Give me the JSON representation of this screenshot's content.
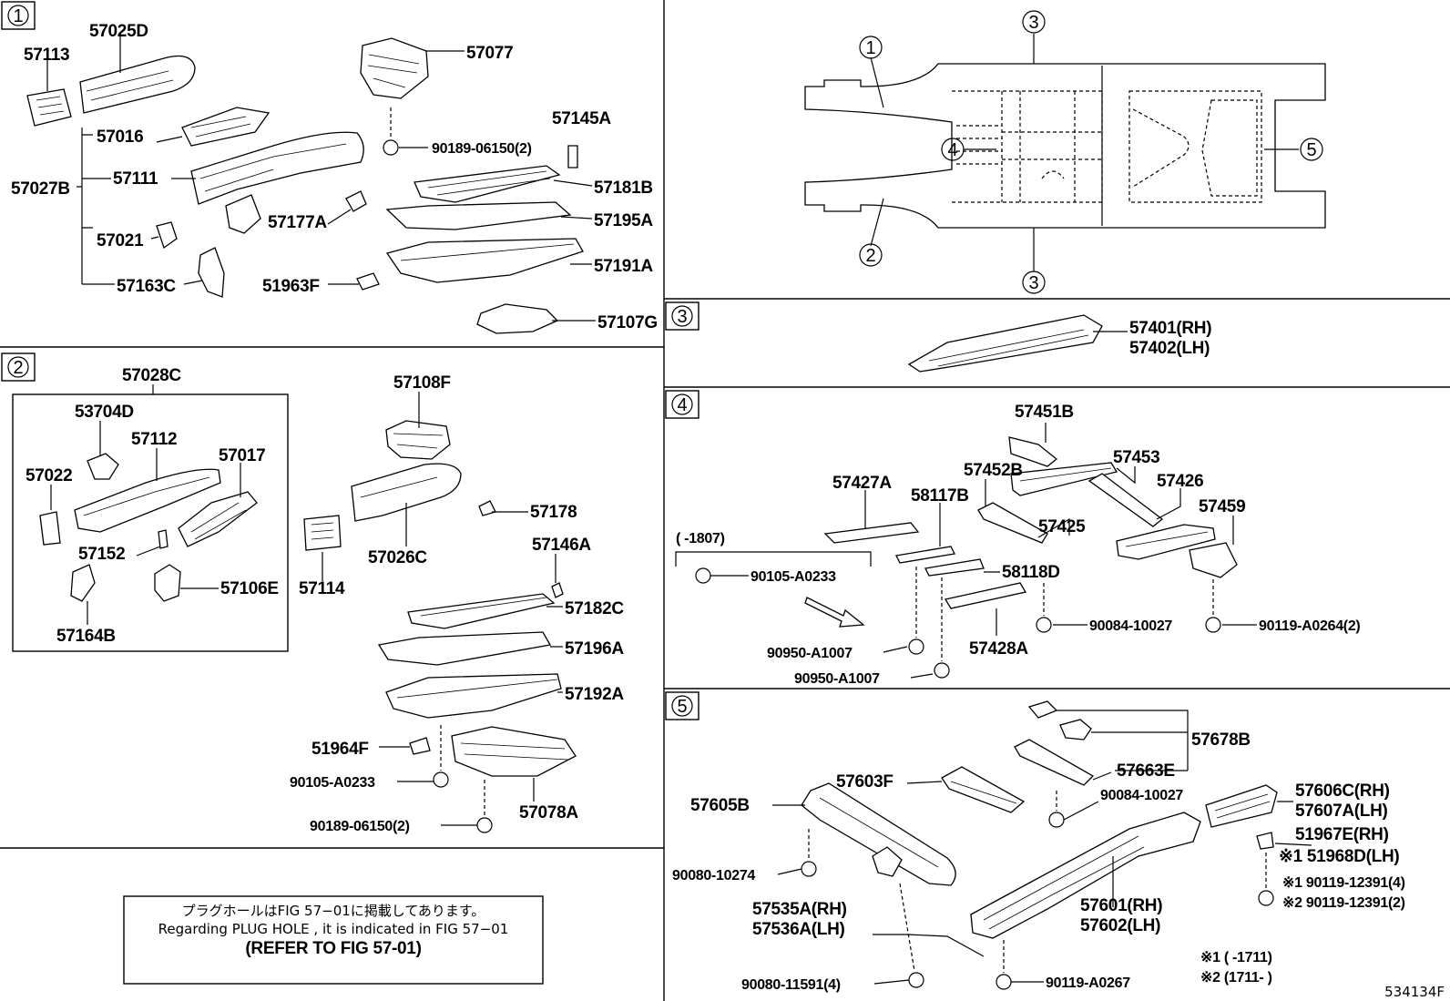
{
  "sections": [
    {
      "number": "1",
      "labels": [
        "57113",
        "57025D",
        "57077",
        "57016",
        "57145A",
        "90189-06150(2)",
        "57027B",
        "57111",
        "57181B",
        "57177A",
        "57195A",
        "57021",
        "57163C",
        "51963F",
        "57191A",
        "57107G"
      ]
    },
    {
      "number": "2",
      "labels": [
        "57028C",
        "57108F",
        "53704D",
        "57112",
        "57017",
        "57022",
        "57178",
        "57026C",
        "57146A",
        "57114",
        "57152",
        "57106E",
        "57182C",
        "57164B",
        "57196A",
        "57192A",
        "51964F",
        "90105-A0233",
        "57078A",
        "90189-06150(2)"
      ]
    },
    {
      "number": "3",
      "labels": [
        "57401(RH)",
        "57402(LH)"
      ]
    },
    {
      "number": "4",
      "labels": [
        "57451B",
        "57453",
        "57452B",
        "57426",
        "57427A",
        "58117B",
        "57459",
        "57425",
        "( -1807)",
        "90105-A0233",
        "58118D",
        "90084-10027",
        "90119-A0264(2)",
        "57428A",
        "90950-A1007",
        "90950-A1007"
      ]
    },
    {
      "number": "5",
      "labels": [
        "57678B",
        "57663E",
        "57603F",
        "90084-10027",
        "57605B",
        "57606C(RH)",
        "57607A(LH)",
        "51967E(RH)",
        "※1 51968D(LH)",
        "90080-10274",
        "※1 90119-12391(4)",
        "57535A(RH)",
        "57601(RH)",
        "※2 90119-12391(2)",
        "57536A(LH)",
        "57602(LH)",
        "※1 ( -1711)",
        "90080-11591(4)",
        "90119-A0267",
        "※2 (1711- )"
      ]
    }
  ],
  "key_diagram": {
    "callouts": [
      "1",
      "2",
      "3",
      "3",
      "4",
      "5"
    ]
  },
  "note": {
    "jp": "プラグホールはFIG 57−01に掲載してあります。",
    "en": "Regarding PLUG HOLE , it is indicated in FIG 57−01",
    "ref": "(REFER TO FIG 57-01)"
  },
  "figure_code": "534134F"
}
